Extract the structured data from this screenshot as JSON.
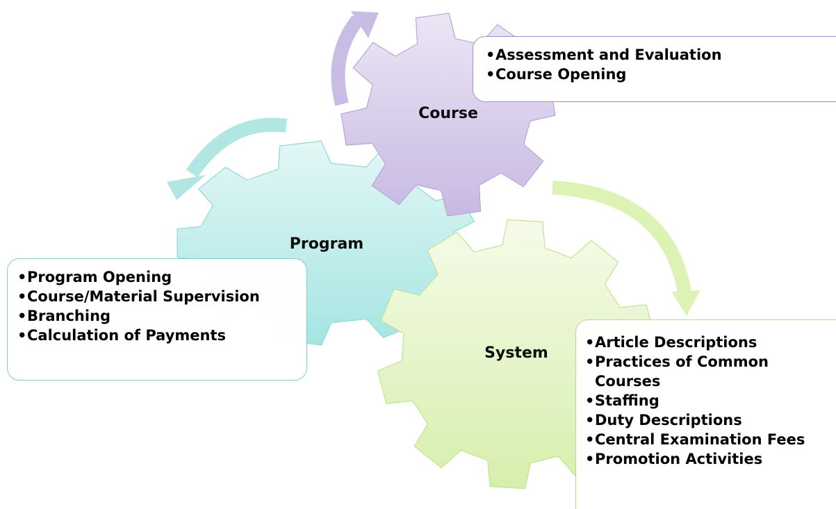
{
  "gears": {
    "course": {
      "label": "Course",
      "fill_top": "#ece6f5",
      "fill_bottom": "#c8b9e3",
      "stroke": "#b5a5d8"
    },
    "program": {
      "label": "Program",
      "fill_top": "#e3f7f6",
      "fill_bottom": "#a5e5e2",
      "stroke": "#8fd8d4"
    },
    "system": {
      "label": "System",
      "fill_top": "#f6fbe9",
      "fill_bottom": "#d6efad",
      "stroke": "#c3e290"
    }
  },
  "arrows": {
    "course_arrow_color": "#c9bde6",
    "program_arrow_color": "#b2e6e2",
    "system_arrow_color": "#dcf3b5"
  },
  "boxes": {
    "course": {
      "border_color": "#9c8ec6",
      "items": [
        "Assessment and Evaluation",
        "Course Opening"
      ]
    },
    "program": {
      "border_color": "#7fcfcc",
      "items": [
        "Program Opening",
        "Course/Material Supervision",
        "Branching",
        "Calculation of Payments"
      ]
    },
    "system": {
      "border_color": "#b7d98c",
      "items": [
        "Article Descriptions",
        "Practices of Common Courses",
        "Staffing",
        "Duty Descriptions",
        "Central Examination Fees",
        "Promotion Activities"
      ]
    }
  }
}
